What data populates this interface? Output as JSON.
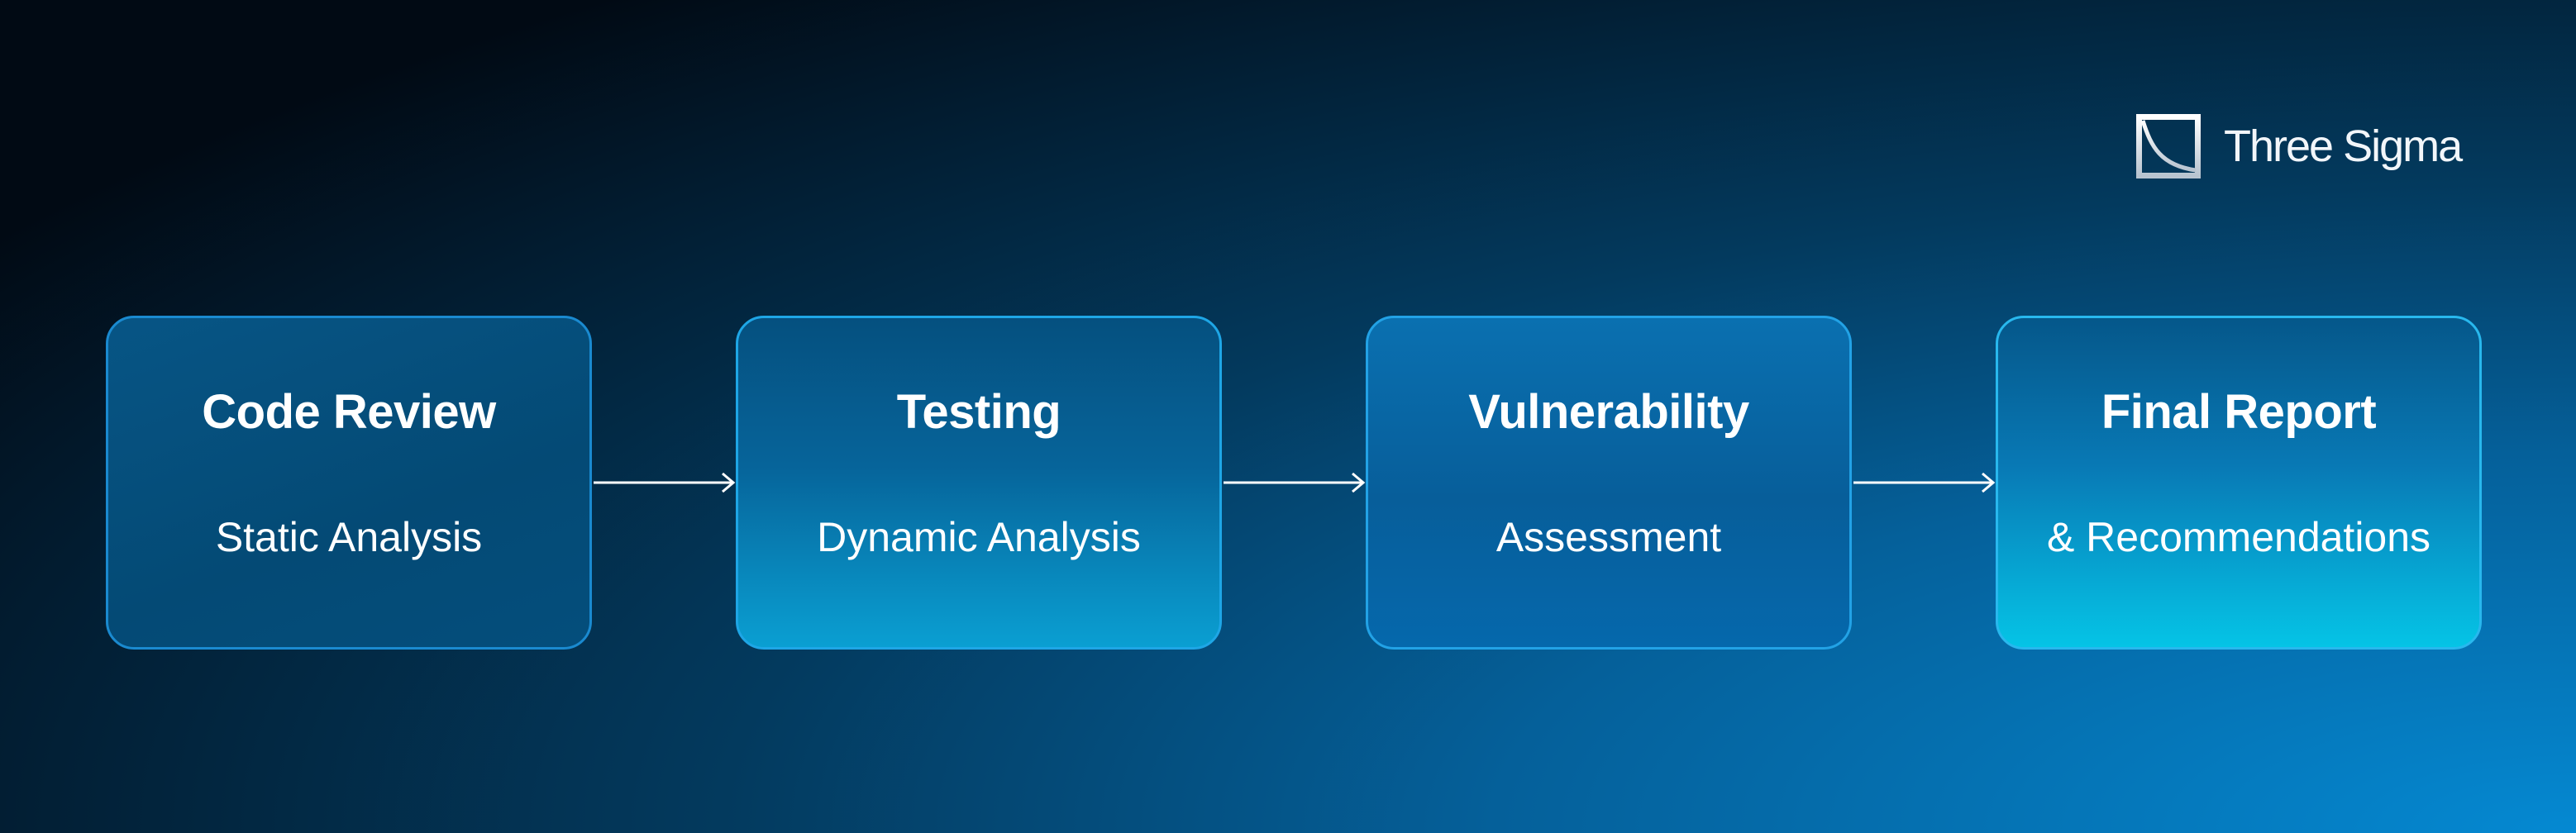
{
  "brand": {
    "name": "Three Sigma",
    "icon": "three-sigma-logo-icon"
  },
  "steps": [
    {
      "title": "Code Review",
      "subtitle": "Static Analysis"
    },
    {
      "title": "Testing",
      "subtitle": "Dynamic Analysis"
    },
    {
      "title": "Vulnerability",
      "subtitle": "Assessment"
    },
    {
      "title": "Final Report",
      "subtitle": "& Recommendations"
    }
  ],
  "colors": {
    "background_dark": "#010a14",
    "background_light": "#0589d2",
    "border": "#1a8ad0",
    "text": "#ffffff"
  }
}
